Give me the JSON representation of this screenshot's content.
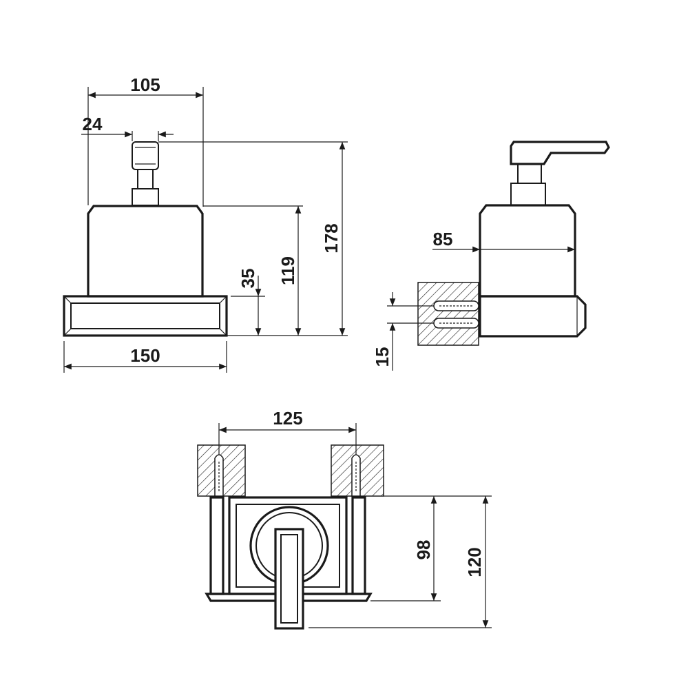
{
  "dimensions": {
    "front_total_width_top": "105",
    "pump_width": "24",
    "base_width": "150",
    "base_height": "35",
    "body_height": "119",
    "total_height": "178",
    "side_depth": "85",
    "screw_spacing": "15",
    "mount_spacing": "125",
    "plan_depth_inner": "98",
    "plan_depth_total": "120"
  }
}
